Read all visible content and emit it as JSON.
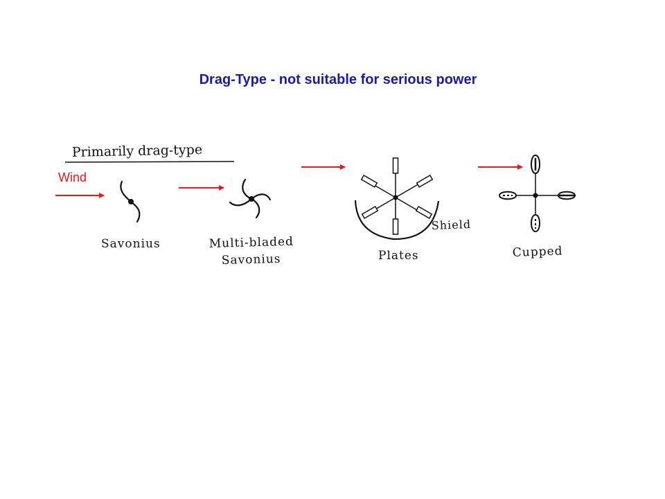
{
  "slide": {
    "title": "Drag-Type - not suitable for serious power"
  },
  "diagram": {
    "heading": "Primarily drag-type",
    "wind_label": "Wind",
    "rotors": [
      {
        "label_lines": [
          "Savonius"
        ]
      },
      {
        "label_lines": [
          "Multi-bladed",
          "Savonius"
        ]
      },
      {
        "label_lines": [
          "Plates"
        ]
      },
      {
        "label_lines": [
          "Cupped"
        ]
      }
    ],
    "shield_label": "Shield"
  },
  "colors": {
    "title": "#1a1aa6",
    "arrow": "#e21c1c",
    "ink": "#111111"
  }
}
